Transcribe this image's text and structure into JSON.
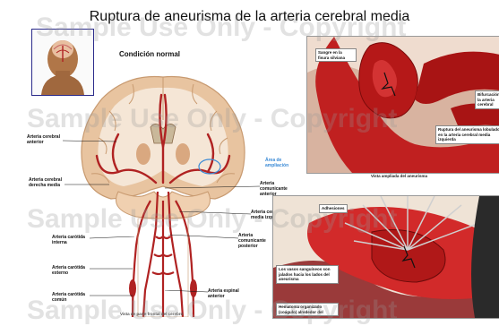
{
  "title": "Ruptura de aneurisma de la arteria cerebral media",
  "watermark": "Sample Use Only - Copyright",
  "brain_heading": "Condición normal",
  "brain_labels": {
    "acerebral_ant": "Arteria cerebral anterior",
    "acerebral_der": "Arteria cerebral derecha media",
    "carotida_int": "Arteria carótida interna",
    "carotida_ext": "Arteria carótida externo",
    "carotida_com": "Arteria carótida común",
    "area_ampl": "Área de ampliación",
    "comun_ant": "Arteria comunicante anterior",
    "media_izq": "Arteria cerebral media izquierda",
    "comun_post": "Arteria comunicante posterior",
    "espinal_ant": "Arteria espinal anterior",
    "bottom_cut": "Vista de parte frontal del cerebro"
  },
  "top_panel": {
    "sangre": "Sangre en la fisura silviana",
    "bifurcacion": "Bifurcación de la arteria cerebral",
    "ruptura": "Ruptura del aneurisma lobulado en la arteria cerebral media izquierda",
    "caption": "Vista ampliada del aneurisma"
  },
  "bottom_panel": {
    "adhesiones": "Adhesiones",
    "vasos": "Los vasos sanguíneos son jalados hacia los lados del aneurisma",
    "hematoma": "Hematoma organizado (coágulo) alrededor del"
  },
  "colors": {
    "artery": "#b02222",
    "cortex": "#e8c4a0",
    "white_matter": "#f5e6d6",
    "highlight_blue": "#3a8ad6",
    "skin": "#a0683e"
  }
}
